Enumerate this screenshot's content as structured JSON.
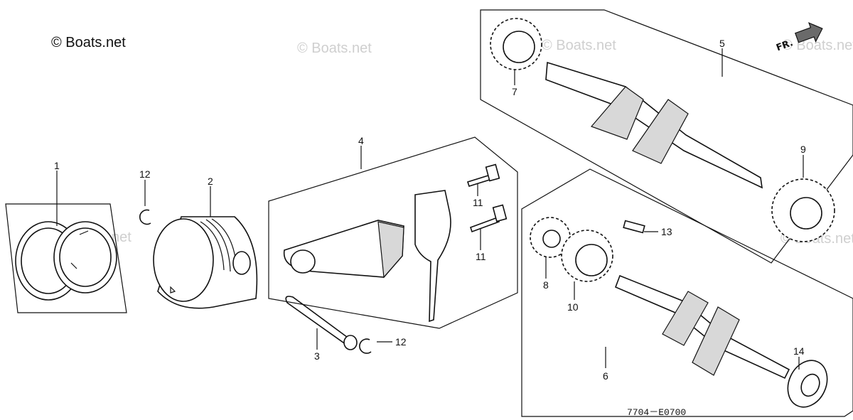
{
  "copyright": "© Boats.net",
  "watermark": "© Boats.net",
  "diagram_code": "7704－E0700",
  "direction_label": "FR.",
  "callouts": {
    "c1": "1",
    "c2": "2",
    "c3": "3",
    "c4": "4",
    "c5": "5",
    "c6": "6",
    "c7": "7",
    "c8": "8",
    "c9": "9",
    "c10": "10",
    "c11a": "11",
    "c11b": "11",
    "c12a": "12",
    "c12b": "12",
    "c13": "13",
    "c14": "14"
  }
}
